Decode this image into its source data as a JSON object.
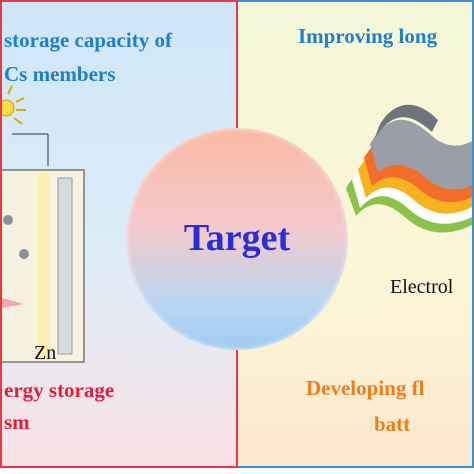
{
  "left_panel": {
    "title_line1": "storage capacity of",
    "title_line2": "Cs members",
    "anode_label": "Zn",
    "bottom_line1": "ergy storage",
    "bottom_line2": "sm"
  },
  "center": {
    "label": "Target"
  },
  "right_panel": {
    "title": "Improving long",
    "electrode_label": "Electrol",
    "bottom_line1": "Developing fl",
    "bottom_line2": "batt"
  },
  "colors": {
    "left_border": "#e8394a",
    "right_border": "#3a8fd6",
    "title_blue": "#1f7fc8",
    "bottom_red": "#e01f3d",
    "bottom_orange": "#f07d1a",
    "target_text": "#2b2ed6"
  }
}
